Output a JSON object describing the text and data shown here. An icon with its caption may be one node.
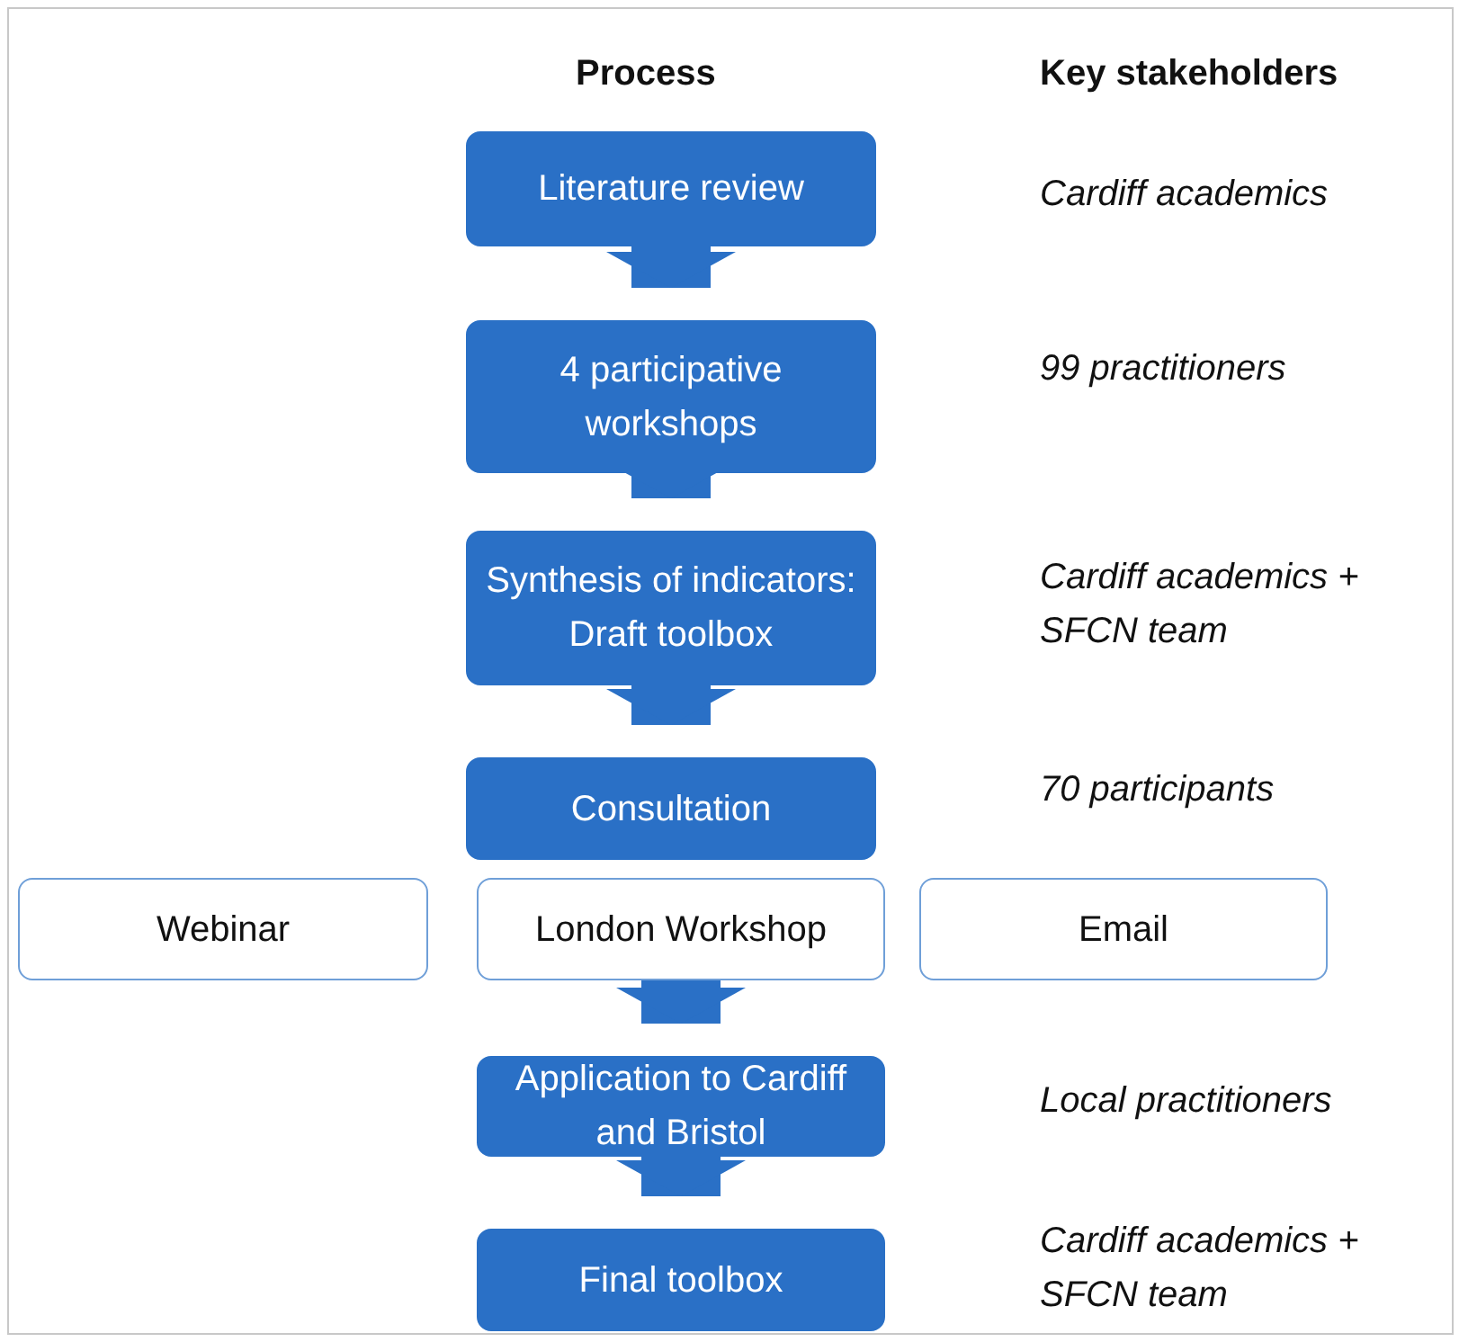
{
  "diagram": {
    "nodes": [
      {
        "text": [
          "Literature review"
        ]
      },
      {
        "text": [
          "4 participative workshops"
        ]
      },
      {
        "text": [
          "Synthesis of indicators: Draft toolbox"
        ]
      },
      {
        "text": [
          "Consultation"
        ]
      },
      {
        "text": [
          "Webinar"
        ]
      },
      {
        "text": [
          "London Workshop"
        ]
      },
      {
        "text": [
          "Email"
        ]
      },
      {
        "text": [
          "Application to Cardiff and Bristol"
        ]
      },
      {
        "text": [
          "Final toolbox"
        ]
      }
    ],
    "edges": [
      {
        "from": 0,
        "to": 1,
        "arrow": "to"
      },
      {
        "from": 1,
        "to": 2,
        "arrow": "to"
      },
      {
        "from": 2,
        "to": 3,
        "arrow": "to"
      },
      {
        "from": 5,
        "to": 7,
        "arrow": "to"
      },
      {
        "from": 7,
        "to": 8,
        "arrow": "to"
      }
    ],
    "labels": [
      "Process",
      "Key stakeholders",
      "Cardiff academics",
      "99 practitioners",
      "Cardiff academics + SFCN team",
      "70 participants",
      "Local practitioners",
      "Cardiff academics + SFCN team"
    ]
  }
}
